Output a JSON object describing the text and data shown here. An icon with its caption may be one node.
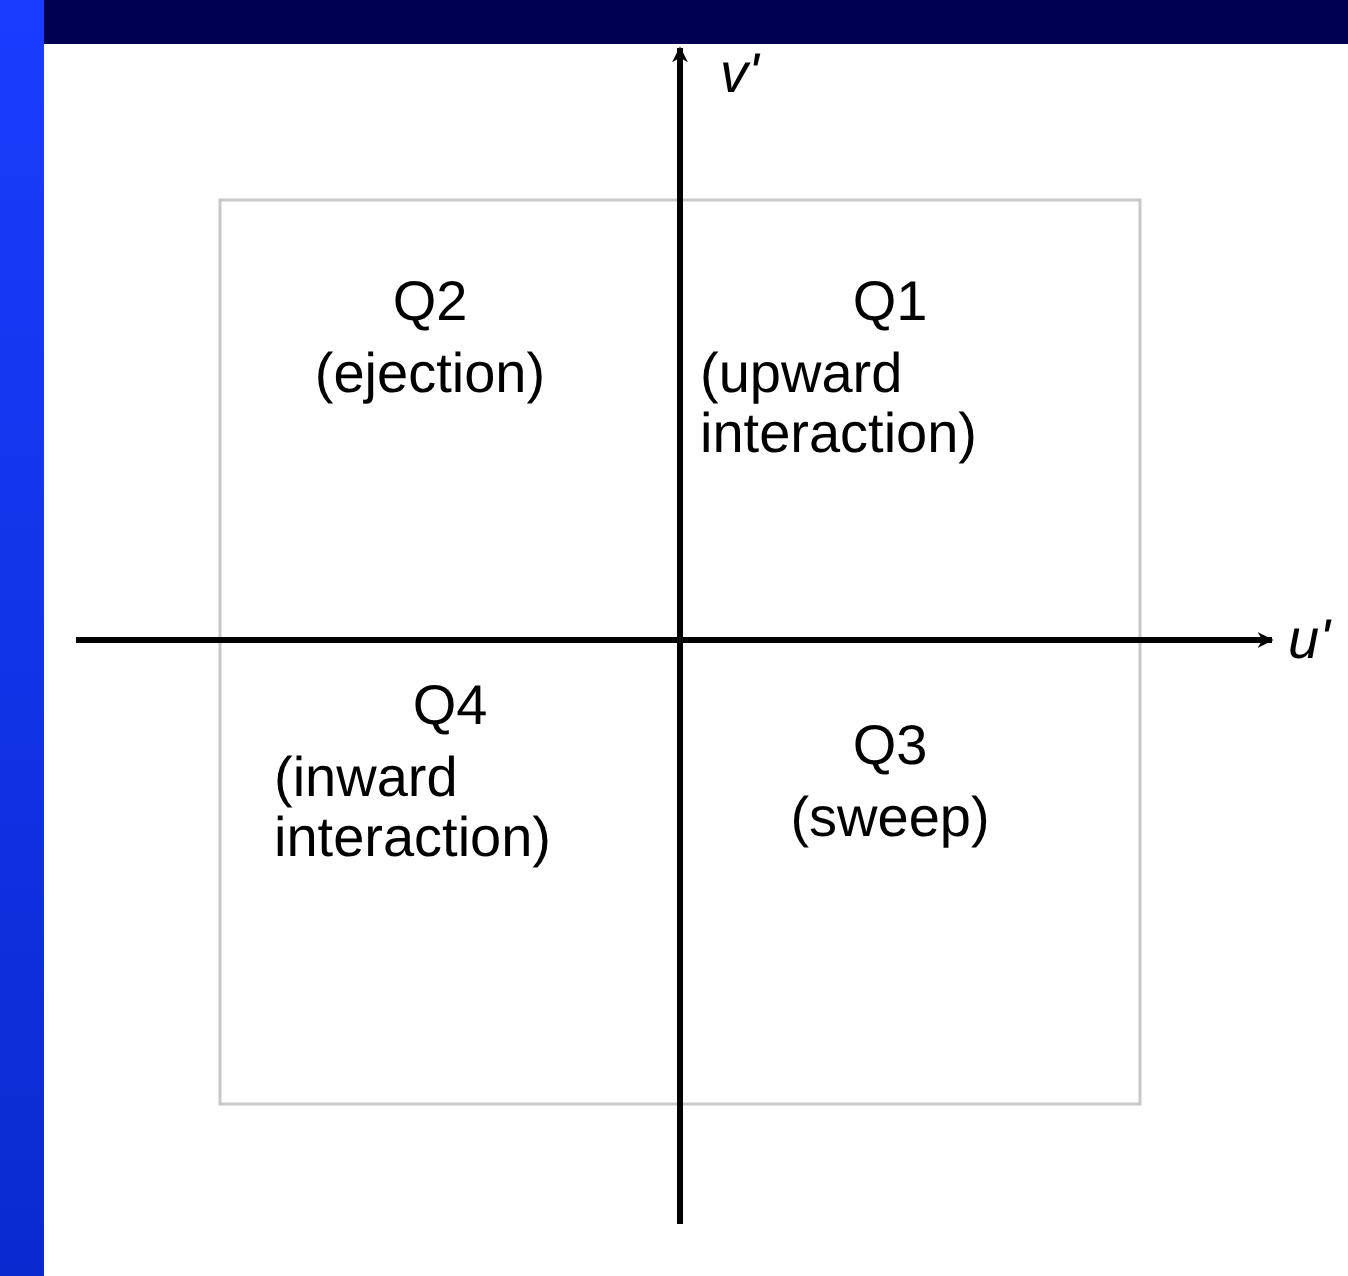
{
  "diagram": {
    "labels": [
      "v'",
      "Q2",
      "(ejection)",
      "Q1",
      "(upward interaction)",
      "u'",
      "Q4",
      "(inward interaction)",
      "Q3",
      "(sweep)"
    ]
  }
}
